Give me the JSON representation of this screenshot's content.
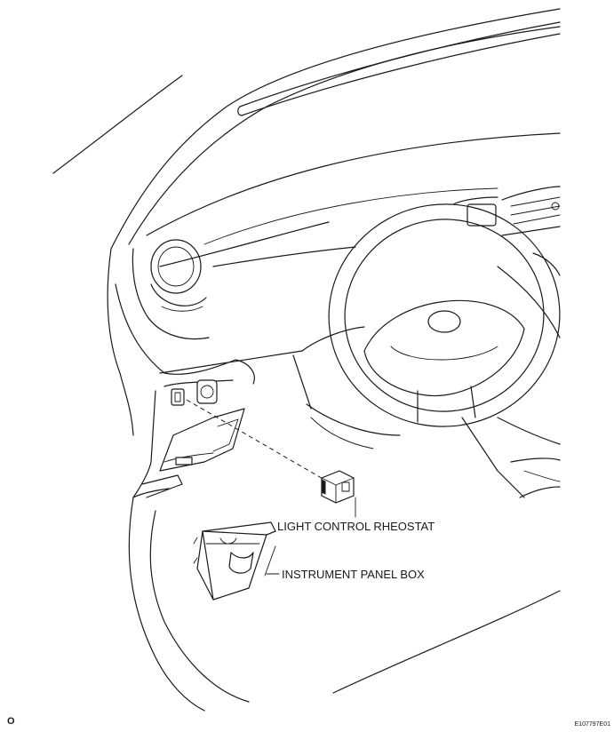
{
  "labels": {
    "light_control_rheostat": "LIGHT CONTROL RHEOSTAT",
    "instrument_panel_box": "INSTRUMENT PANEL BOX"
  },
  "corner_mark": "O",
  "figure_id": "E107797E01"
}
